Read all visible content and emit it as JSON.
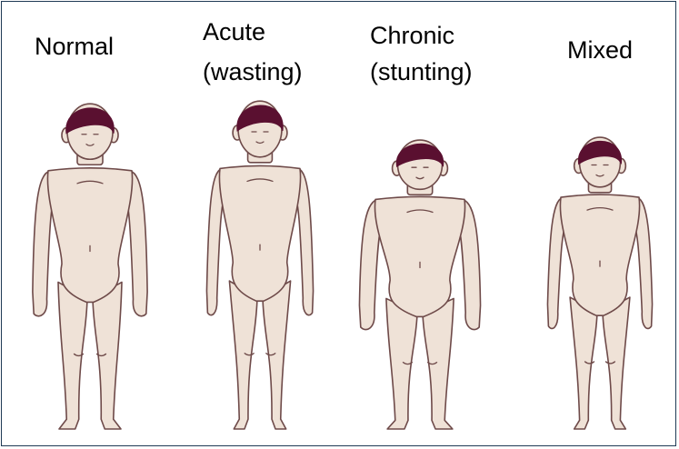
{
  "labels": {
    "normal": "Normal",
    "acute_line1": "Acute",
    "acute_line2": "(wasting)",
    "chronic_line1": "Chronic",
    "chronic_line2": "(stunting)",
    "mixed": "Mixed"
  },
  "colors": {
    "skin": "#efe2d7",
    "outline": "#6e4a49",
    "hair": "#5a1030",
    "frame": "#1f3a55"
  }
}
